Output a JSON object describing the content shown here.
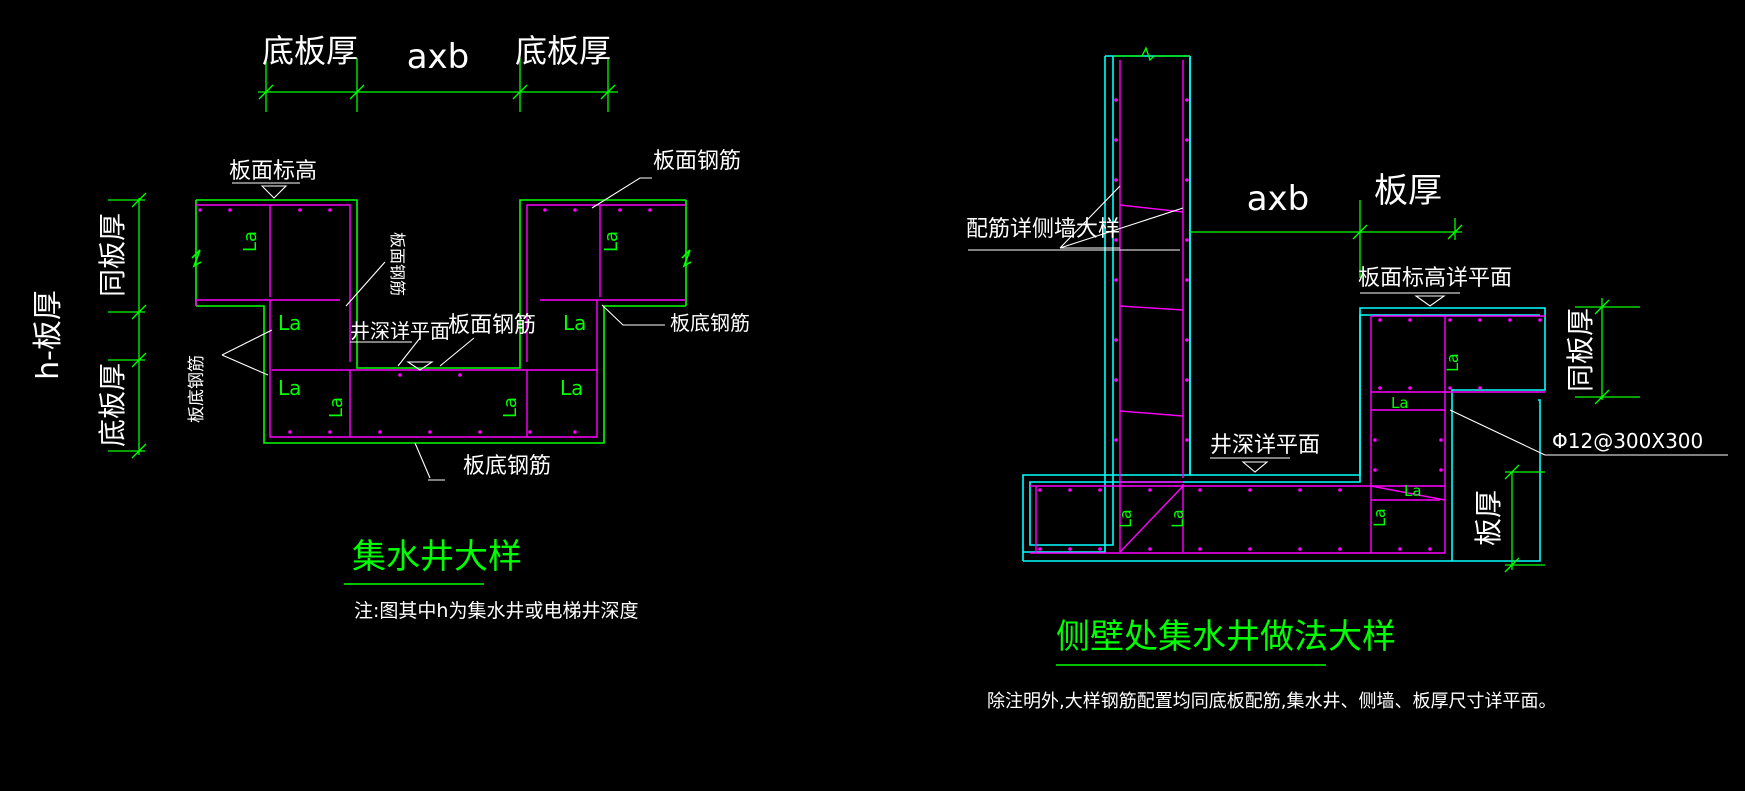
{
  "left_detail": {
    "dims_top": {
      "left": "底板厚",
      "middle": "axb",
      "right": "底板厚"
    },
    "dims_side": {
      "outer": "h-板厚",
      "upper": "同板厚",
      "lower": "底板厚"
    },
    "labels": {
      "slab_top_elev": "板面标高",
      "slab_top_bar_right": "板面钢筋",
      "slab_top_bar_vertical": "板面钢筋",
      "pit_depth": "井深详平面",
      "slab_top_bar_bottom": "板面钢筋",
      "slab_bottom_bar_right": "板底钢筋",
      "slab_bottom_bar_left": "板底钢筋",
      "slab_bottom_bar_bottom": "板底钢筋",
      "la": "La"
    },
    "title": "集水井大样",
    "note": "注:图其中h为集水井或电梯井深度"
  },
  "right_detail": {
    "dims_top": {
      "middle": "axb",
      "right": "板厚"
    },
    "dims_side": {
      "upper": "同板厚",
      "lower": "板厚"
    },
    "labels": {
      "wall_bar": "配筋详侧墙大样",
      "slab_top_elev": "板面标高详平面",
      "pit_depth": "井深详平面",
      "bar_spec": "Φ12@300X300",
      "la": "La"
    },
    "title": "侧壁处集水井做法大样",
    "note": "除注明外,大样钢筋配置均同底板配筋,集水井、侧墙、板厚尺寸详平面。"
  },
  "colors": {
    "background": "#000000",
    "concrete": "#00ff00",
    "rebar": "#ff00ff",
    "wall_outline": "#00ffff",
    "text": "#ffffff",
    "title": "#00ff00"
  }
}
